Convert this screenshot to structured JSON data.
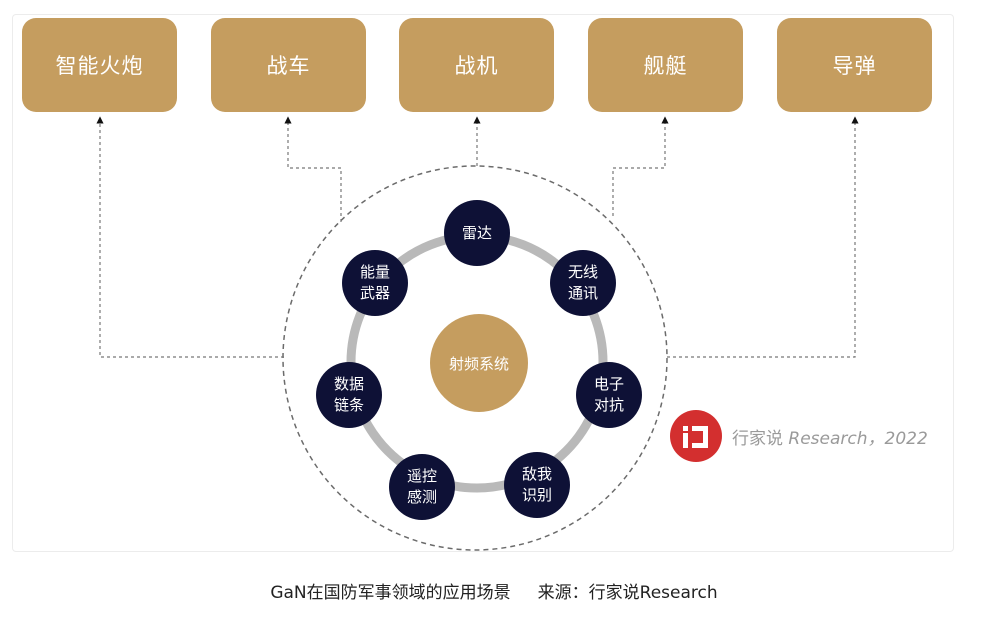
{
  "applications": [
    {
      "label": "智能火炮"
    },
    {
      "label": "战车"
    },
    {
      "label": "战机"
    },
    {
      "label": "舰艇"
    },
    {
      "label": "导弹"
    }
  ],
  "center_label": "射频系统",
  "ring_nodes": [
    {
      "label": "雷达"
    },
    {
      "label": "无线\n通讯"
    },
    {
      "label": "电子\n对抗"
    },
    {
      "label": "敌我\n识别"
    },
    {
      "label": "遥控\n感测"
    },
    {
      "label": "数据\n链条"
    },
    {
      "label": "能量\n武器"
    }
  ],
  "watermark": {
    "cn": "行家说 ",
    "en": "Research，2022"
  },
  "caption": "GaN在国防军事领域的应用场景     来源：行家说Research",
  "colors": {
    "gold": "#c59d5f",
    "navy": "#0e1136",
    "ring": "#b9b9b9",
    "logo_red": "#d32f2f"
  }
}
